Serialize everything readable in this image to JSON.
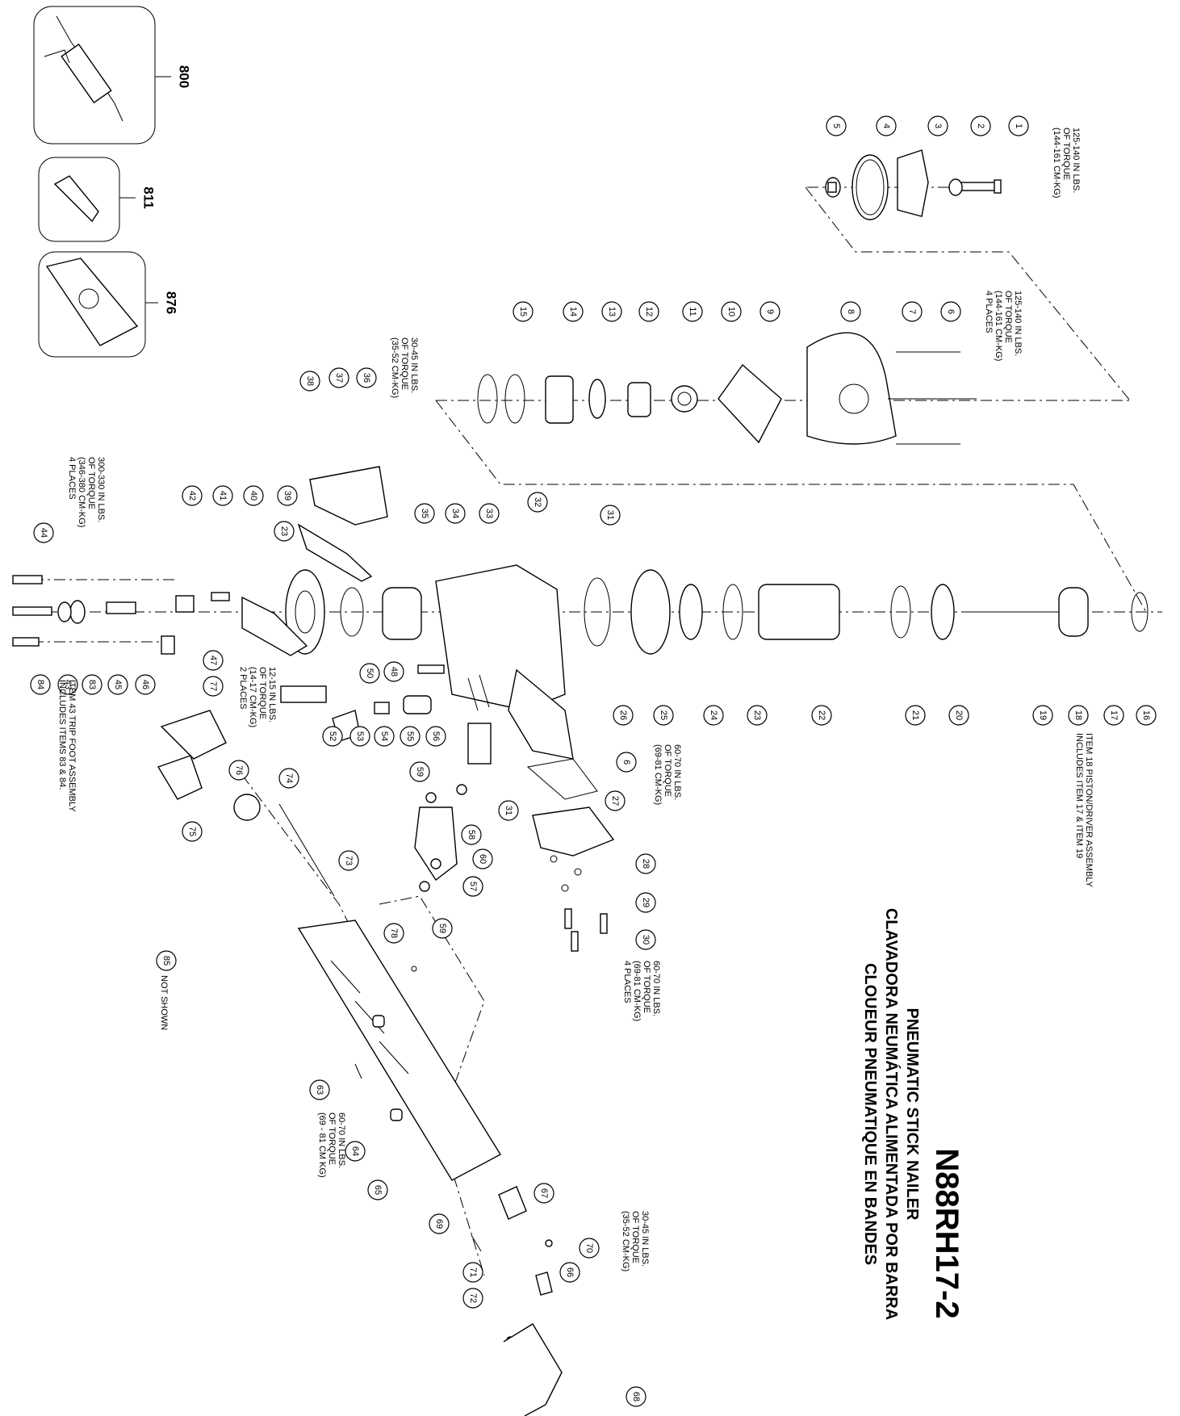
{
  "title": {
    "model": "N88RH17-2",
    "line1": "PNEUMATIC STICK NAILER",
    "line2": "CLAVADORA NEUMÁTICA ALIMENTADA POR BARRA",
    "line3": "CLOUEUR PNEUMATIQUE EN BANDES"
  },
  "kits": [
    "800",
    "811",
    "876"
  ],
  "notes": {
    "torque_cap": [
      "125-140 IN LBS.",
      "OF TORQUE",
      "(144-161 CM-KG)"
    ],
    "torque_cap_screws": [
      "125-140 IN LBS.",
      "OF TORQUE",
      "(144-161 CM-KG)",
      "4 PLACES"
    ],
    "torque_38": [
      "30-45 IN LBS.",
      "OF TORQUE",
      "(35-52 CM-KG)"
    ],
    "torque_44": [
      "300-330 IN LBS.",
      "OF TORQUE",
      "(346-380 CM-KG)",
      "4 PLACES"
    ],
    "torque_77": [
      "12-15 IN LBS.",
      "OF TORQUE",
      "(14-17 CM-KG)",
      "2 PLACES"
    ],
    "torque_6": [
      "60-70 IN LBS.",
      "OF TORQUE",
      "(69-81 CM-KG)"
    ],
    "torque_30": [
      "60-70 IN LBS.",
      "OF TORQUE",
      "(69-81 CM-KG)",
      "4 PLACES"
    ],
    "torque_64": [
      "60-70 IN LBS.",
      "OF TORQUE",
      "(69 - 81 CM KG)"
    ],
    "torque_70": [
      "30-45 IN LBS.",
      "OF TORQUE",
      "(35-52 CM-KG)"
    ],
    "item18": [
      "ITEM 18 PISTON/DRIVER ASSEMBLY",
      "INCLUDES ITEM 17 & ITEM 19"
    ],
    "item43": [
      "ITEM 43 TRIP FOOT ASSEMBLY",
      "INCLUDES  ITEMS 83 & 84."
    ],
    "not_shown": "NOT SHOWN"
  },
  "parts": [
    "1",
    "2",
    "3",
    "4",
    "5",
    "6",
    "7",
    "8",
    "9",
    "10",
    "11",
    "12",
    "13",
    "14",
    "15",
    "16",
    "17",
    "18",
    "19",
    "20",
    "21",
    "22",
    "23",
    "24",
    "25",
    "26",
    "27",
    "28",
    "29",
    "30",
    "31",
    "32",
    "33",
    "34",
    "35",
    "36",
    "37",
    "38",
    "39",
    "40",
    "41",
    "42",
    "43",
    "44",
    "45",
    "46",
    "47",
    "48",
    "50",
    "52",
    "53",
    "54",
    "55",
    "56",
    "57",
    "58",
    "59",
    "60",
    "63",
    "64",
    "65",
    "66",
    "67",
    "68",
    "69",
    "70",
    "71",
    "72",
    "73",
    "74",
    "75",
    "76",
    "77",
    "78",
    "83",
    "84",
    "85"
  ]
}
